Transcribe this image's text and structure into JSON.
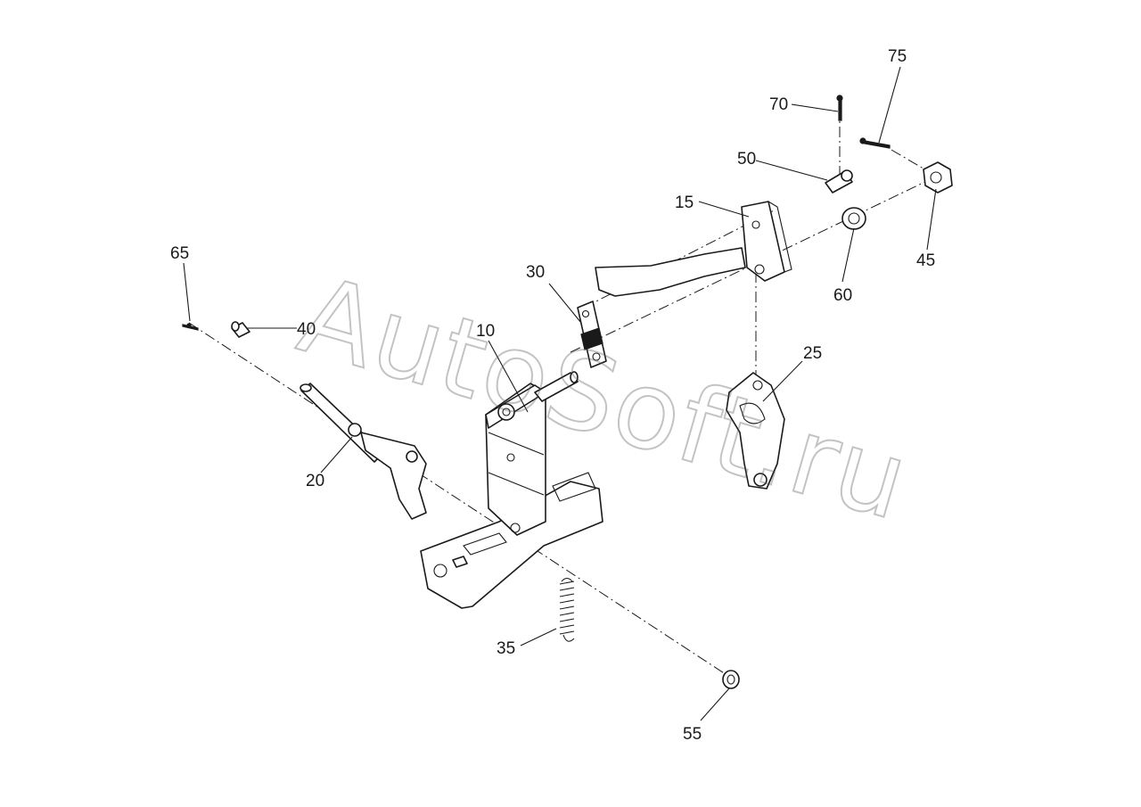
{
  "diagram": {
    "watermark": "AutoSoft.ru",
    "callouts": [
      {
        "id": "10",
        "label": "10"
      },
      {
        "id": "15",
        "label": "15"
      },
      {
        "id": "20",
        "label": "20"
      },
      {
        "id": "25",
        "label": "25"
      },
      {
        "id": "30",
        "label": "30"
      },
      {
        "id": "35",
        "label": "35"
      },
      {
        "id": "40",
        "label": "40"
      },
      {
        "id": "45",
        "label": "45"
      },
      {
        "id": "50",
        "label": "50"
      },
      {
        "id": "55",
        "label": "55"
      },
      {
        "id": "60",
        "label": "60"
      },
      {
        "id": "65",
        "label": "65"
      },
      {
        "id": "70",
        "label": "70"
      },
      {
        "id": "75",
        "label": "75"
      }
    ]
  }
}
